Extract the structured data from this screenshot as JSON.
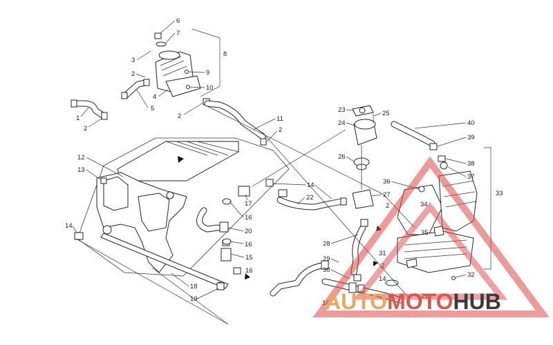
{
  "callouts": [
    "1",
    "2",
    "3",
    "4",
    "5",
    "6",
    "7",
    "8",
    "9",
    "10",
    "11",
    "12",
    "13",
    "14",
    "15",
    "16",
    "17",
    "18",
    "19",
    "20",
    "21",
    "22",
    "23",
    "24",
    "25",
    "26",
    "27",
    "28",
    "29",
    "30",
    "31",
    "32",
    "33",
    "34",
    "35",
    "36",
    "37",
    "38",
    "39",
    "40"
  ],
  "watermark": {
    "part_auto": "AUTO",
    "part_moto": "MOTO",
    "part_hub": "HUB",
    "color_auto": "#e9a860",
    "color_moto": "#d8574f",
    "color_hub": "#3a3a3a",
    "triangle_color": "#dc4848"
  }
}
